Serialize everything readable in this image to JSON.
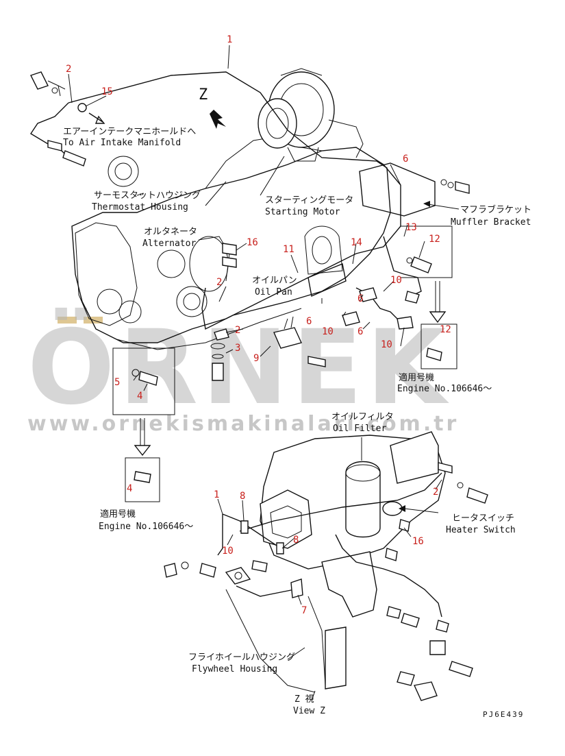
{
  "labels": {
    "air_intake_jp": "エアーインテークマニホールドへ",
    "air_intake_en": "To Air Intake Manifold",
    "thermostat_jp": "サーモスタットハウジング",
    "thermostat_en": "Thermostat Housing",
    "alternator_jp": "オルタネータ",
    "alternator_en": "Alternator",
    "starting_jp": "スターティングモータ",
    "starting_en": "Starting Motor",
    "muffler_jp": "マフラブラケット",
    "muffler_en": "Muffler Bracket",
    "oilpan_jp": "オイルパン",
    "oilpan_en": "Oil Pan",
    "engine_no_jp_1": "適用号機",
    "engine_no_en_1": "Engine No.106646〜",
    "oilfilter_jp": "オイルフィルタ",
    "oilfilter_en": "Oil Filter",
    "heater_jp": "ヒータスイッチ",
    "heater_en": "Heater Switch",
    "engine_no_jp_2": "適用号機",
    "engine_no_en_2": "Engine No.106646〜",
    "flywheel_jp": "フライホイールハウジング",
    "flywheel_en": "Flywheel Housing",
    "viewz_jp": "Z 視",
    "viewz_en": "View Z",
    "z_mark": "Z"
  },
  "callouts": {
    "c1_top": "1",
    "c2_topleft": "2",
    "c15": "15",
    "c6_top": "6",
    "c13": "13",
    "c12_top": "12",
    "c16_top": "16",
    "c11": "11",
    "c14": "14",
    "c2_mid": "2",
    "c10_a": "10",
    "c6_b": "6",
    "c6_c": "6",
    "c10_b": "10",
    "c6_d": "6",
    "c10_c": "10",
    "c12_box": "12",
    "c2_low": "2",
    "c3": "3",
    "c9": "9",
    "c5": "5",
    "c4_a": "4",
    "c4_b": "4",
    "c1_bot": "1",
    "c8_a": "8",
    "c10_bot": "10",
    "c8_b": "8",
    "c2_right": "2",
    "c16_bot": "16",
    "c7": "7"
  },
  "watermark": {
    "brand": "ÖRNEK",
    "url": "www.ornekismakinalari.com.tr"
  },
  "drawing_code": "PJ6E439"
}
